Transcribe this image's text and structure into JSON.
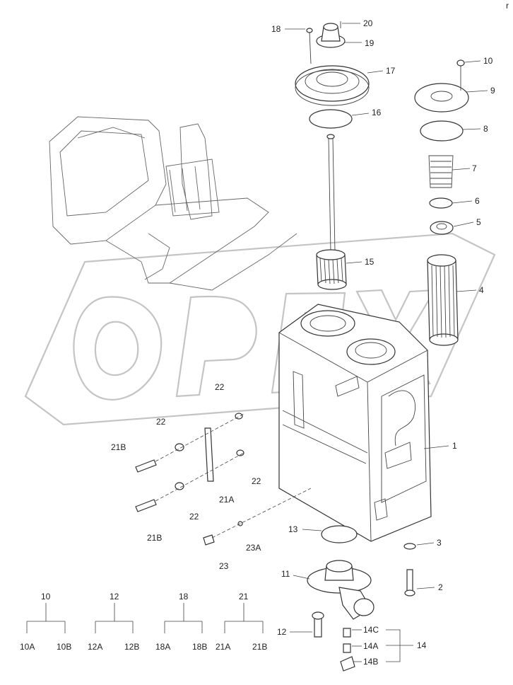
{
  "corner_mark": "r",
  "watermark": "OPEX",
  "callouts": {
    "c1": "1",
    "c2": "2",
    "c3": "3",
    "c4": "4",
    "c5": "5",
    "c6": "6",
    "c7": "7",
    "c8": "8",
    "c9": "9",
    "c10": "10",
    "c11": "11",
    "c12": "12",
    "c13": "13",
    "c14": "14",
    "c14a": "14A",
    "c14b": "14B",
    "c14c": "14C",
    "c15": "15",
    "c16": "16",
    "c17": "17",
    "c18": "18",
    "c19": "19",
    "c20": "20",
    "c21a": "21A",
    "c21b_1": "21B",
    "c21b_2": "21B",
    "c22_1": "22",
    "c22_2": "22",
    "c22_3": "22",
    "c22_4": "22",
    "c23": "23",
    "c23a": "23A"
  },
  "legend": [
    {
      "parent": "10",
      "children": [
        "10A",
        "10B"
      ]
    },
    {
      "parent": "12",
      "children": [
        "12A",
        "12B"
      ]
    },
    {
      "parent": "18",
      "children": [
        "18A",
        "18B"
      ]
    },
    {
      "parent": "21",
      "children": [
        "21A",
        "21B"
      ]
    }
  ]
}
